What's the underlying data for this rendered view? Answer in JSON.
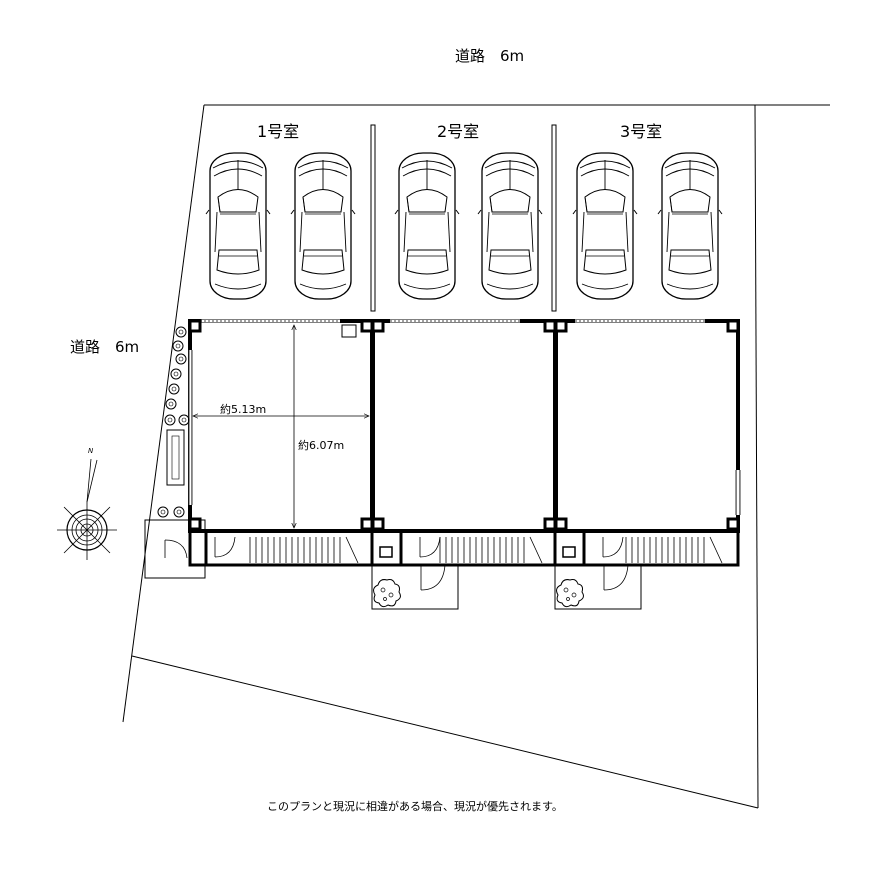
{
  "roads": {
    "north": "道路　6m",
    "west": "道路　6m"
  },
  "rooms": [
    {
      "label": "1号室"
    },
    {
      "label": "2号室"
    },
    {
      "label": "3号室"
    }
  ],
  "dimensions": {
    "width": "約5.13m",
    "depth": "約6.07m"
  },
  "compass": {
    "north_mark": "N",
    "icon": "compass-rose-icon"
  },
  "note": "このプランと現況に相違がある場合、現況が優先されます。",
  "icons": {
    "car": "car-icon",
    "shrub": "shrub-icon",
    "door": "door-swing-icon",
    "stairs": "stairs-icon"
  }
}
